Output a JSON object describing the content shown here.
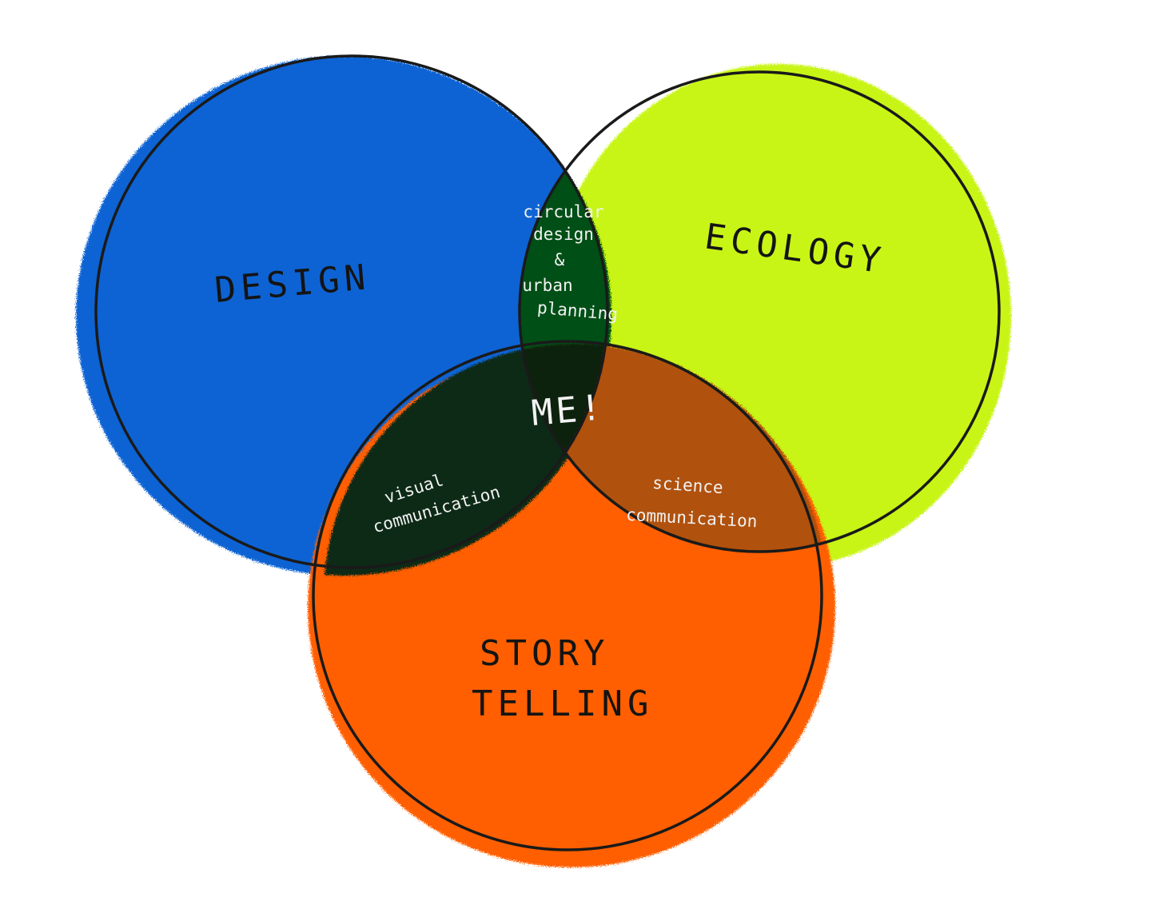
{
  "diagram": {
    "type": "venn",
    "sets": [
      {
        "id": "design",
        "label": "DESIGN",
        "color": "#0F63D3"
      },
      {
        "id": "ecology",
        "label": "ECOLOGY",
        "color": "#C8F512"
      },
      {
        "id": "storytelling",
        "label_lines": [
          "STORY",
          "TELLING"
        ],
        "color": "#FF5F05"
      }
    ],
    "intersections": {
      "design_ecology": {
        "lines": [
          "circular",
          "design",
          "&",
          "urban",
          "planning"
        ],
        "color": "#064F12"
      },
      "design_storytelling": {
        "lines": [
          "visual",
          "communication"
        ],
        "color": "#0A2A18"
      },
      "ecology_storytelling": {
        "lines": [
          "science",
          "communication"
        ],
        "color": "#B0510A"
      },
      "all": {
        "label": "ME!",
        "color": "#0D2410"
      }
    },
    "outline_color": "#1a1a1a"
  }
}
